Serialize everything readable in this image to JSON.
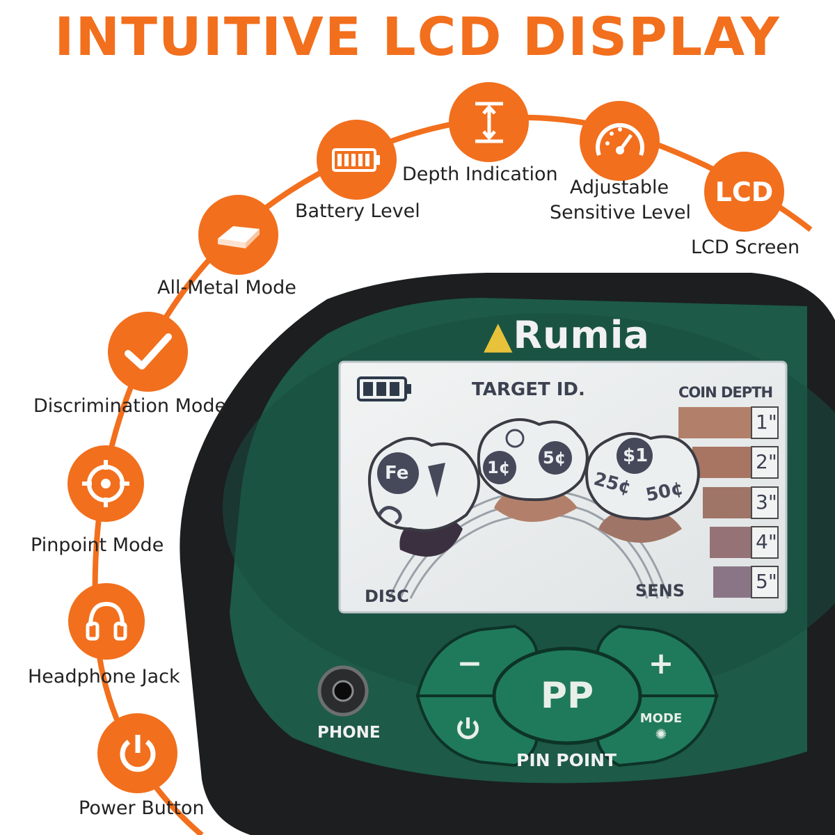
{
  "title": "INTUITIVE LCD DISPLAY",
  "accent_color": "#f26f1d",
  "features": [
    {
      "label": "Power Button",
      "icon": "power-icon"
    },
    {
      "label": "Headphone Jack",
      "icon": "headphones-icon"
    },
    {
      "label": "Pinpoint Mode",
      "icon": "crosshair-icon"
    },
    {
      "label": "Discrimination Mode",
      "icon": "checkmark-icon"
    },
    {
      "label": "All-Metal Mode",
      "icon": "metal-bar-icon"
    },
    {
      "label": "Battery Level",
      "icon": "battery-icon"
    },
    {
      "label": "Depth Indication",
      "icon": "depth-arrow-icon"
    },
    {
      "label_line1": "Adjustable",
      "label_line2": "Sensitive Level",
      "icon": "gauge-icon"
    },
    {
      "label": "LCD Screen",
      "icon_text": "LCD",
      "icon": "lcd-icon"
    }
  ],
  "device": {
    "brand": "Rumia",
    "screen": {
      "target_id": "TARGET ID.",
      "coin_depth": "COIN DEPTH",
      "depth_levels": [
        "1\"",
        "2\"",
        "3\"",
        "4\"",
        "5\""
      ],
      "disc": "DISC",
      "sens": "SENS",
      "icon_fe": "Fe",
      "icon_1c": "1¢",
      "icon_5c": "5¢",
      "icon_1d": "$1",
      "icon_25c": "25¢",
      "icon_50c": "50¢"
    },
    "buttons": {
      "minus": "−",
      "plus": "+",
      "pp": "PP",
      "mode": "MODE",
      "pin_point": "PIN POINT"
    },
    "phone_label": "PHONE"
  }
}
